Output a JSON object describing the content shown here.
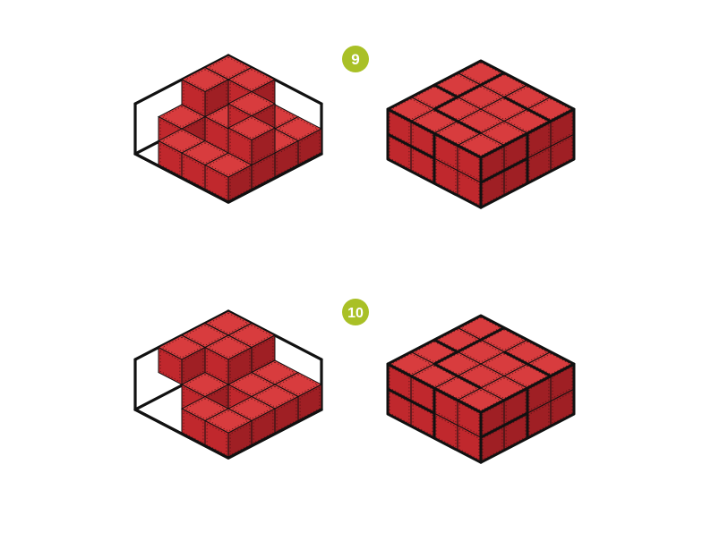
{
  "colors": {
    "cube_top": "#d83c3e",
    "cube_left": "#c0282d",
    "cube_right": "#9f1f24",
    "outline": "#111111",
    "dots": "#4a0c0f",
    "badge": "#a9c026"
  },
  "puzzles": [
    {
      "number": "9",
      "partial": {
        "frame": [
          4,
          4,
          2
        ],
        "cubes": [
          [
            0,
            0,
            0
          ],
          [
            1,
            0,
            0
          ],
          [
            2,
            0,
            0
          ],
          [
            3,
            0,
            0
          ],
          [
            0,
            1,
            0
          ],
          [
            1,
            1,
            0
          ],
          [
            2,
            1,
            0
          ],
          [
            3,
            1,
            0
          ],
          [
            0,
            2,
            0
          ],
          [
            3,
            2,
            0
          ],
          [
            1,
            3,
            0
          ],
          [
            2,
            3,
            0
          ],
          [
            3,
            3,
            0
          ],
          [
            0,
            0,
            1
          ],
          [
            1,
            0,
            1
          ],
          [
            0,
            1,
            1
          ],
          [
            2,
            1,
            1
          ],
          [
            3,
            2,
            1
          ]
        ]
      },
      "solution": {
        "size": [
          4,
          4,
          2
        ]
      }
    },
    {
      "number": "10",
      "partial": {
        "frame": [
          4,
          4,
          2
        ],
        "cubes": [
          [
            0,
            0,
            0
          ],
          [
            1,
            0,
            0
          ],
          [
            2,
            0,
            0
          ],
          [
            3,
            0,
            0
          ],
          [
            0,
            1,
            0
          ],
          [
            1,
            1,
            0
          ],
          [
            2,
            1,
            0
          ],
          [
            3,
            1,
            0
          ],
          [
            1,
            2,
            0
          ],
          [
            3,
            2,
            0
          ],
          [
            2,
            3,
            0
          ],
          [
            3,
            3,
            0
          ],
          [
            0,
            0,
            1
          ],
          [
            1,
            0,
            1
          ],
          [
            0,
            1,
            1
          ],
          [
            1,
            1,
            1
          ],
          [
            0,
            2,
            1
          ]
        ]
      },
      "solution": {
        "size": [
          4,
          4,
          2
        ]
      }
    }
  ]
}
